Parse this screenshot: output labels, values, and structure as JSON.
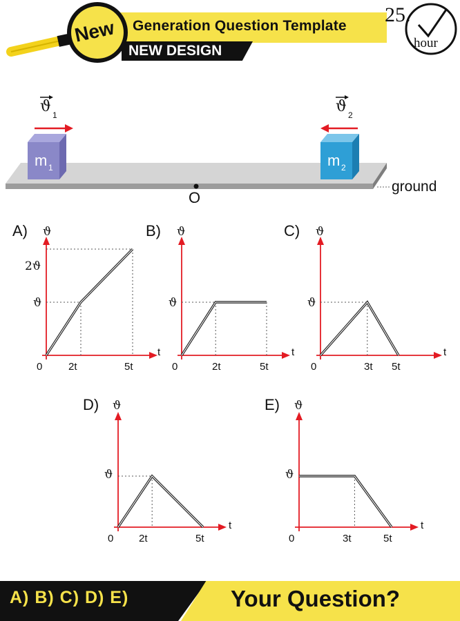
{
  "header": {
    "badge": "New",
    "title": "Generation Question Template",
    "subtitle": "NEW DESIGN",
    "hour_number": "25.",
    "hour_label": "hour"
  },
  "scene": {
    "mass1": "m",
    "mass1_sub": "1",
    "mass2": "m",
    "mass2_sub": "2",
    "velocity_symbol": "ϑ",
    "velocity1_sub": "1",
    "velocity2_sub": "2",
    "origin_label": "O",
    "ground_label": "ground",
    "colors": {
      "arrow": "#e31b23",
      "mass1": "#8a88c8",
      "mass2": "#2e9fd6",
      "axis": "#e31b23"
    }
  },
  "graphs": {
    "A": {
      "label": "A)",
      "y_axis": "ϑ",
      "x_axis": "t",
      "y_ticks": [
        "2ϑ",
        "ϑ"
      ],
      "x_ticks": [
        "0",
        "2t",
        "5t"
      ],
      "points": [
        [
          0,
          0
        ],
        [
          2,
          1
        ],
        [
          5,
          2
        ]
      ]
    },
    "B": {
      "label": "B)",
      "y_axis": "ϑ",
      "x_axis": "t",
      "y_ticks": [
        "ϑ"
      ],
      "x_ticks": [
        "0",
        "2t",
        "5t"
      ],
      "points": [
        [
          0,
          0
        ],
        [
          2,
          1
        ],
        [
          5,
          1
        ]
      ]
    },
    "C": {
      "label": "C)",
      "y_axis": "ϑ",
      "x_axis": "t",
      "y_ticks": [
        "ϑ"
      ],
      "x_ticks": [
        "0",
        "3t",
        "5t"
      ],
      "points": [
        [
          0,
          0
        ],
        [
          3,
          1
        ],
        [
          5,
          0
        ]
      ]
    },
    "D": {
      "label": "D)",
      "y_axis": "ϑ",
      "x_axis": "t",
      "y_ticks": [
        "ϑ"
      ],
      "x_ticks": [
        "0",
        "2t",
        "5t"
      ],
      "points": [
        [
          0,
          0
        ],
        [
          2,
          1
        ],
        [
          5,
          0
        ]
      ]
    },
    "E": {
      "label": "E)",
      "y_axis": "ϑ",
      "x_axis": "t",
      "y_ticks": [
        "ϑ"
      ],
      "x_ticks": [
        "0",
        "3t",
        "5t"
      ],
      "points": [
        [
          0,
          1
        ],
        [
          3,
          1
        ],
        [
          5,
          0
        ]
      ]
    }
  },
  "footer": {
    "answers": "A) B) C) D) E)",
    "question": "Your Question?"
  }
}
